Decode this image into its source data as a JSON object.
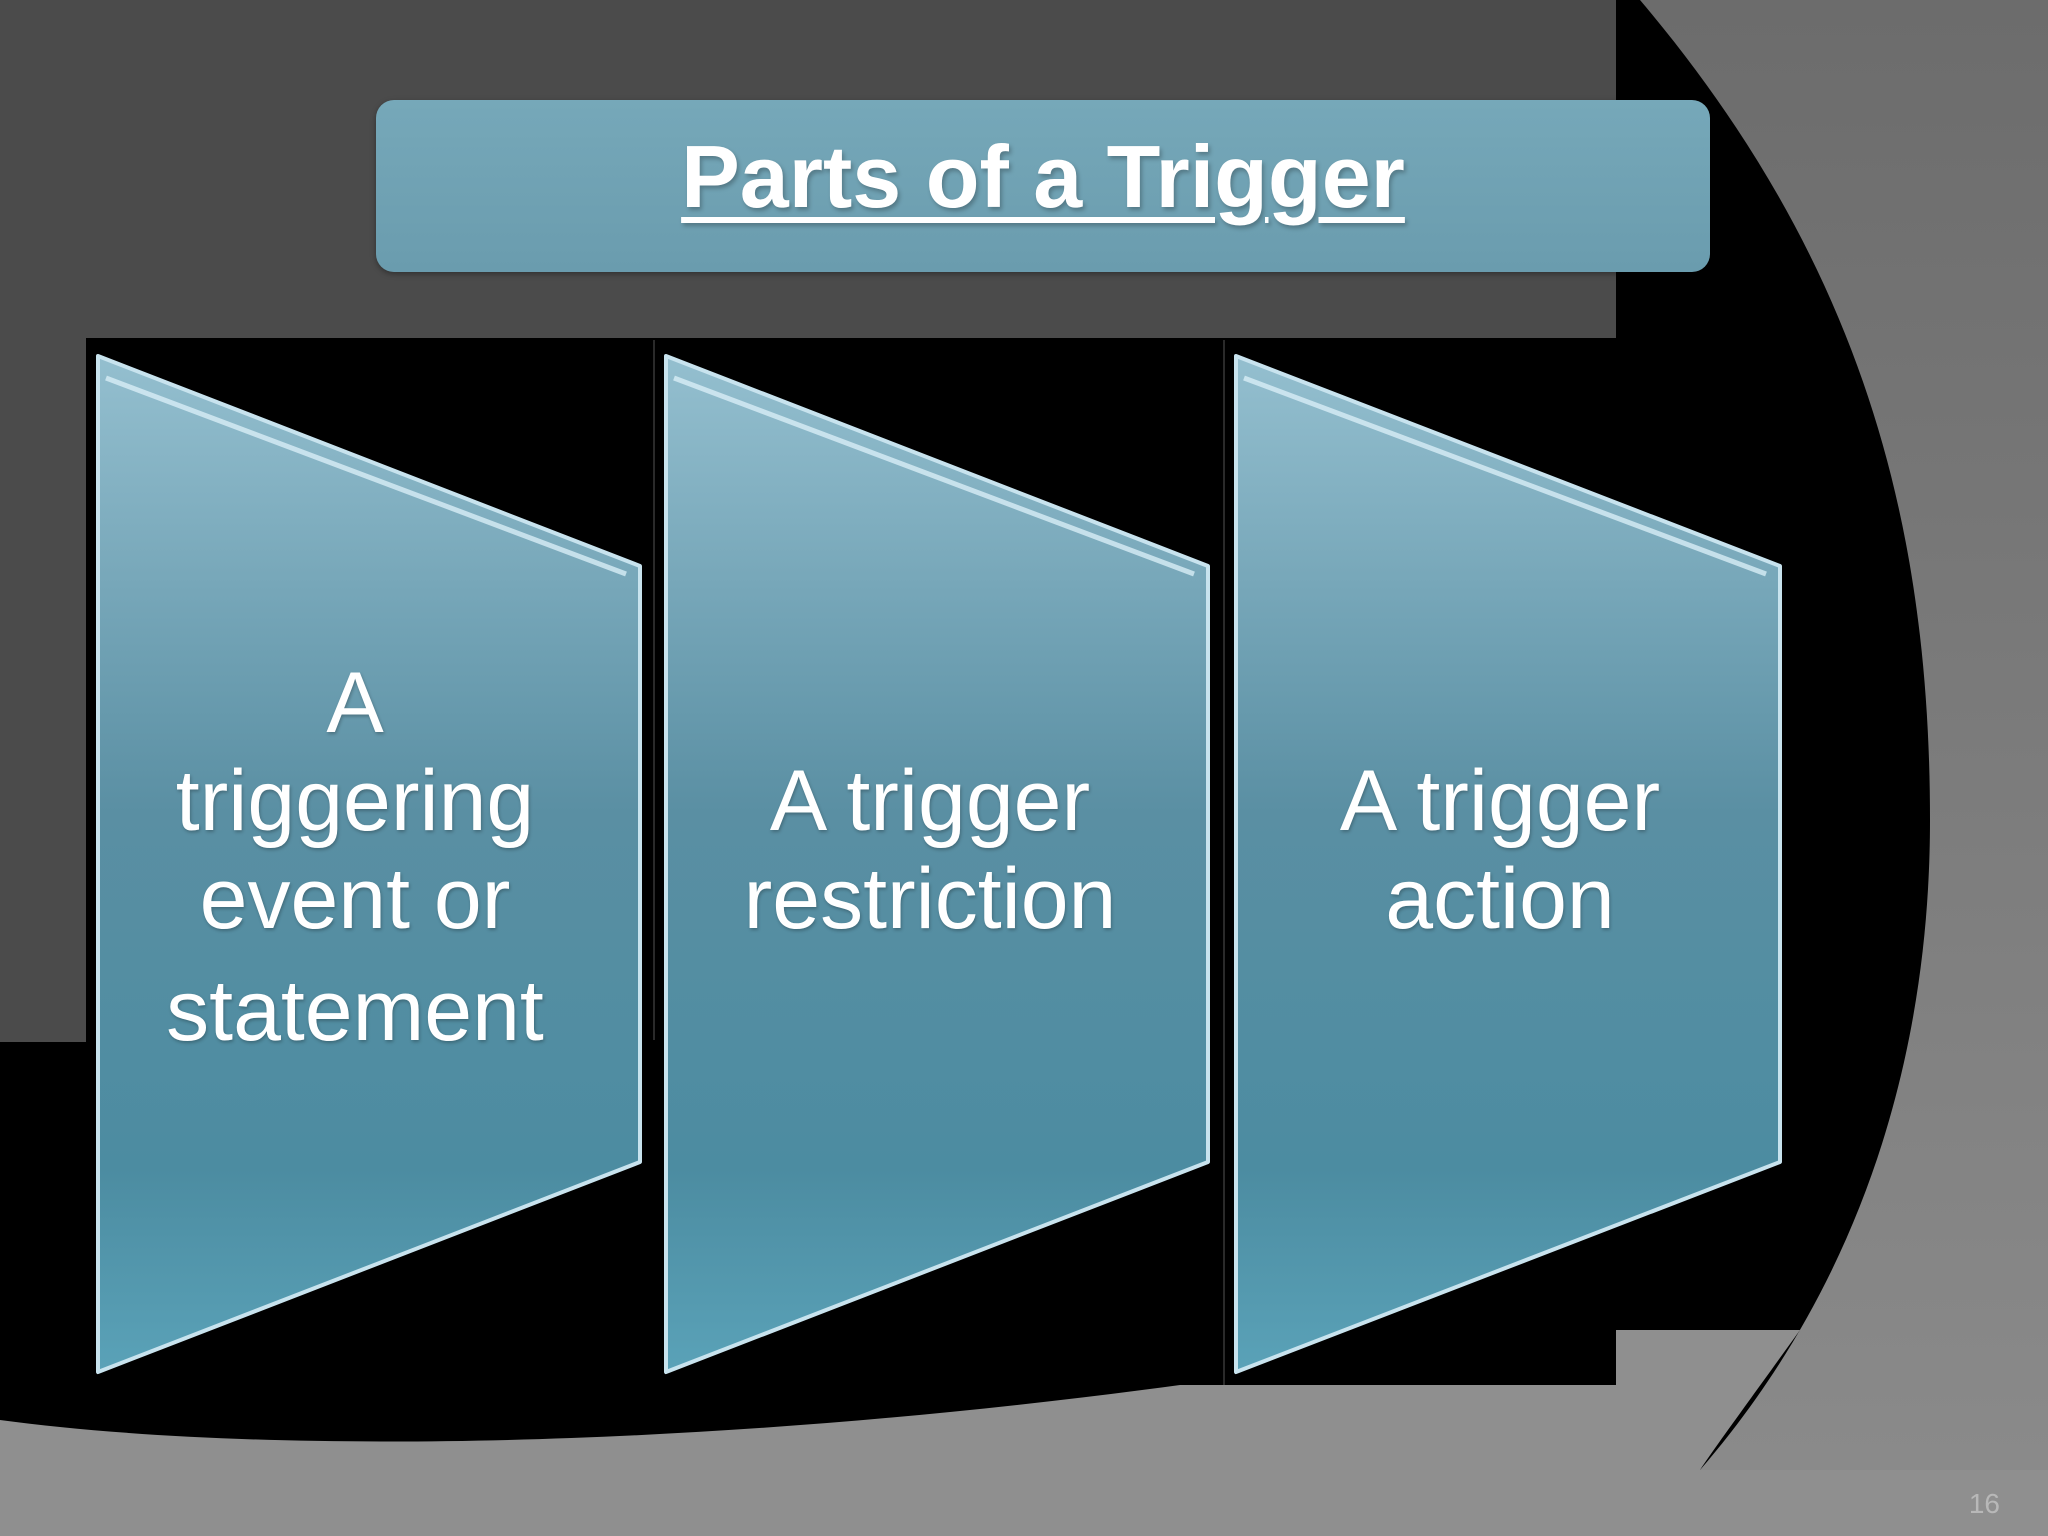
{
  "title": "Parts of a Trigger",
  "parts": [
    {
      "lines": [
        "A",
        "triggering",
        "event or",
        "statement"
      ]
    },
    {
      "lines": [
        "A trigger",
        "restriction"
      ]
    },
    {
      "lines": [
        "A trigger",
        "action"
      ]
    }
  ],
  "page_number": "16",
  "colors": {
    "title_bar": "#6fa1b3",
    "shape_top": "#8fb9ca",
    "shape_bottom": "#4b8aa0",
    "dark_panel": "#4a4a4a",
    "light_panel": "#8e8e8e",
    "background": "#000000"
  }
}
